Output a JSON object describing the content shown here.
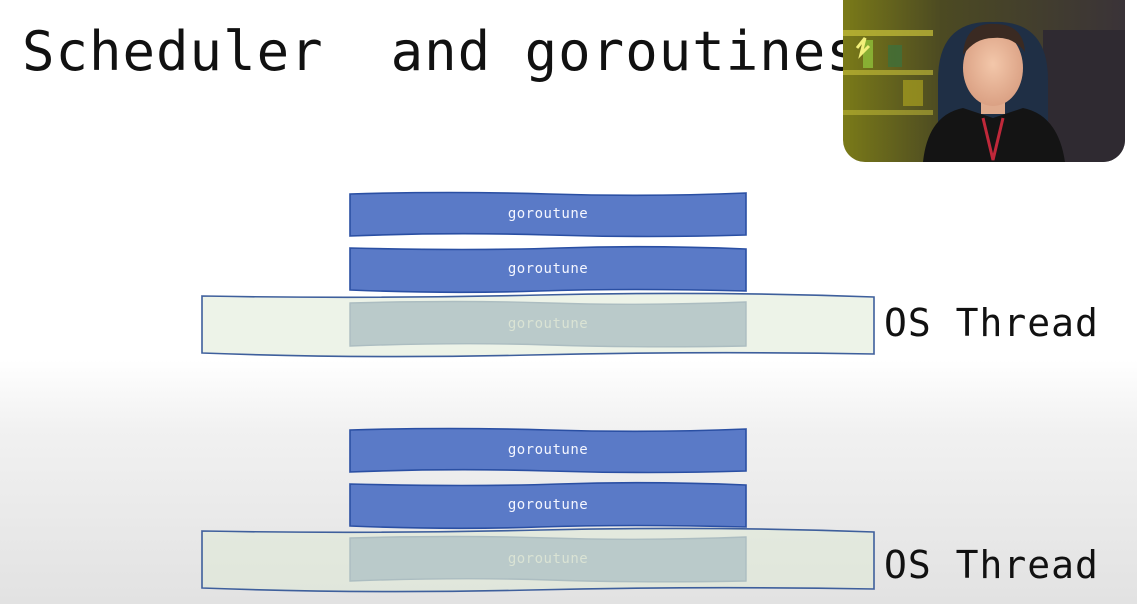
{
  "slide": {
    "title": "Scheduler  and goroutines"
  },
  "diagram": {
    "groups": [
      {
        "thread_label": "OS Thread",
        "goroutines": [
          {
            "label": "goroutune",
            "state": "queued"
          },
          {
            "label": "goroutune",
            "state": "queued"
          },
          {
            "label": "goroutune",
            "state": "running-on-thread"
          }
        ]
      },
      {
        "thread_label": "OS Thread",
        "goroutines": [
          {
            "label": "goroutune",
            "state": "queued"
          },
          {
            "label": "goroutune",
            "state": "queued"
          },
          {
            "label": "goroutune",
            "state": "running-on-thread"
          }
        ]
      }
    ]
  },
  "colors": {
    "goroutine_fill": "#5a7ac7",
    "goroutine_stroke": "#2a4fa3",
    "thread_fill": "#dfe9d6",
    "thread_stroke": "#3e5f9c",
    "text": "#111111"
  }
}
